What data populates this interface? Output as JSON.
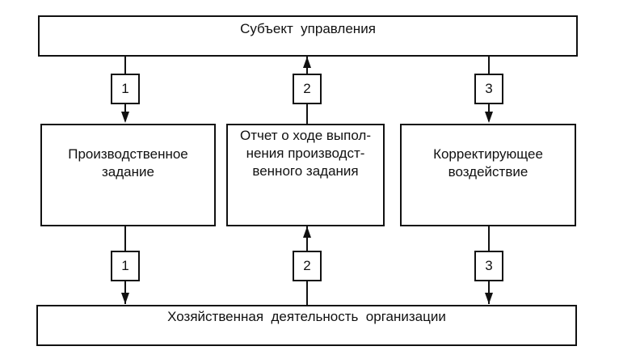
{
  "diagram": {
    "top_block": {
      "label": "Субъект  управления"
    },
    "bottom_block": {
      "label": "Хозяйственная  деятельность  организации"
    },
    "middle_blocks": [
      {
        "label": "Производственное\nзадание"
      },
      {
        "label": "Отчет о ходе выпол-\nнения производст-\nвенного задания"
      },
      {
        "label": "Корректирующее\nвоздействие"
      }
    ],
    "channels": [
      {
        "number": "1",
        "direction": "down",
        "from": "Субъект управления",
        "to": "Хозяйственная деятельность организации"
      },
      {
        "number": "2",
        "direction": "up",
        "from": "Хозяйственная деятельность организации",
        "to": "Субъект управления"
      },
      {
        "number": "3",
        "direction": "down",
        "from": "Субъект управления",
        "to": "Хозяйственная деятельность организации"
      }
    ]
  }
}
